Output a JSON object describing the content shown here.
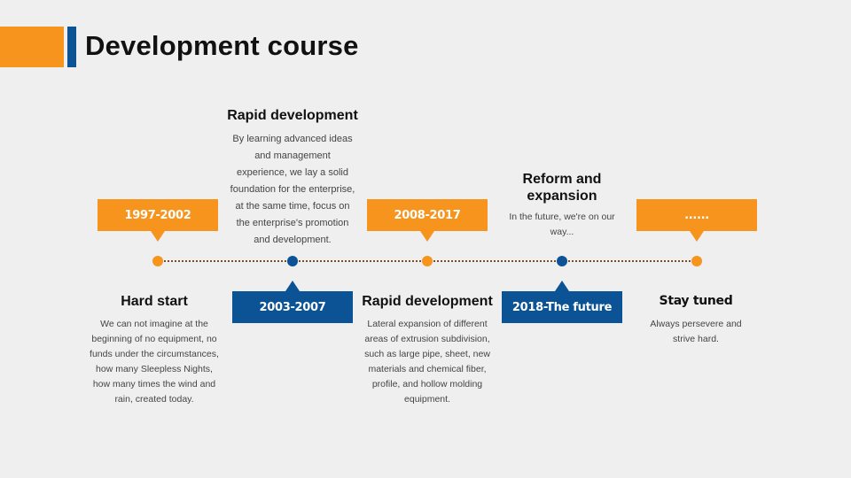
{
  "page": {
    "title": "Development course"
  },
  "colors": {
    "orange": "#f7941d",
    "blue": "#0b5394",
    "background": "#efefef"
  },
  "milestones": [
    {
      "period": "1997-2002",
      "heading": "Hard start",
      "description": "We can not imagine at the beginning of no equipment, no funds under the circumstances, how many Sleepless Nights, how many times the wind and rain, created today."
    },
    {
      "period": "2003-2007",
      "heading": "Rapid development",
      "description": "By learning advanced ideas and management experience, we lay a solid foundation for the enterprise, at the same time, focus on the enterprise's promotion and development."
    },
    {
      "period": "2008-2017",
      "heading": "Rapid development",
      "description": "Lateral expansion of different areas of extrusion subdivision, such as large pipe, sheet, new materials and chemical fiber, profile, and hollow molding equipment."
    },
    {
      "period": "2018-The future",
      "heading": "Reform and expansion",
      "description": "In the future, we're on our way..."
    },
    {
      "period": "......",
      "heading": "Stay tuned",
      "description": "Always persevere and strive hard."
    }
  ]
}
